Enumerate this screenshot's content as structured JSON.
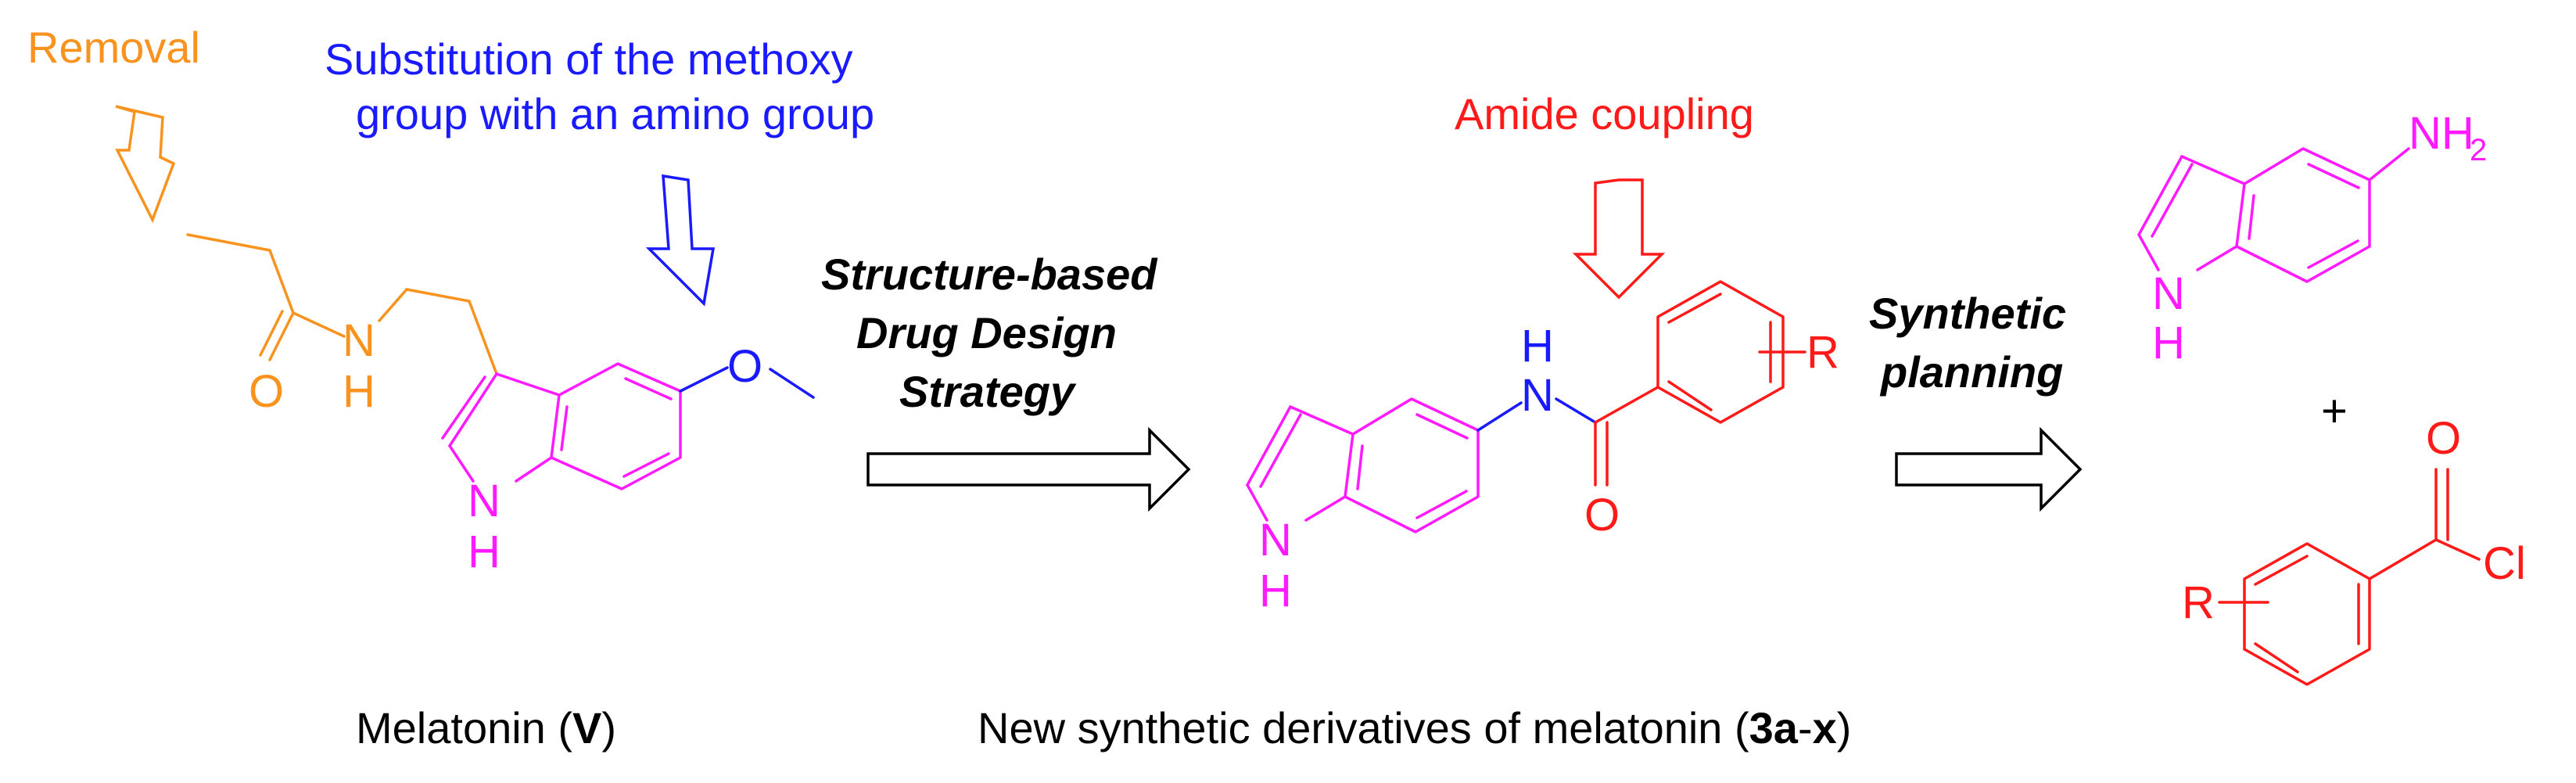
{
  "colors": {
    "orange": "#f7931e",
    "blue": "#1a1aff",
    "red": "#ff1a1a",
    "magenta": "#ff1aff",
    "black": "#000000"
  },
  "annotations": {
    "removal": "Removal",
    "substitution_line1": "Substitution of the methoxy",
    "substitution_line2": "group with an amino group",
    "amide_coupling": "Amide coupling"
  },
  "strategy": {
    "line1": "Structure-based",
    "line2": "Drug Design",
    "line3": "Strategy"
  },
  "synthetic": {
    "line1": "Synthetic",
    "line2": "planning"
  },
  "atoms": {
    "O": "O",
    "N": "N",
    "H": "H",
    "R": "R",
    "NH2_main": "NH",
    "NH2_sub": "2",
    "Cl": "Cl",
    "plus": "+"
  },
  "captions": {
    "melatonin_prefix": "Melatonin (",
    "melatonin_bold": "V",
    "melatonin_suffix": ")",
    "derivatives_prefix": "New synthetic derivatives of melatonin (",
    "derivatives_bold_a": "3a",
    "derivatives_dash": "-",
    "derivatives_bold_x": "x",
    "derivatives_suffix": ")"
  }
}
